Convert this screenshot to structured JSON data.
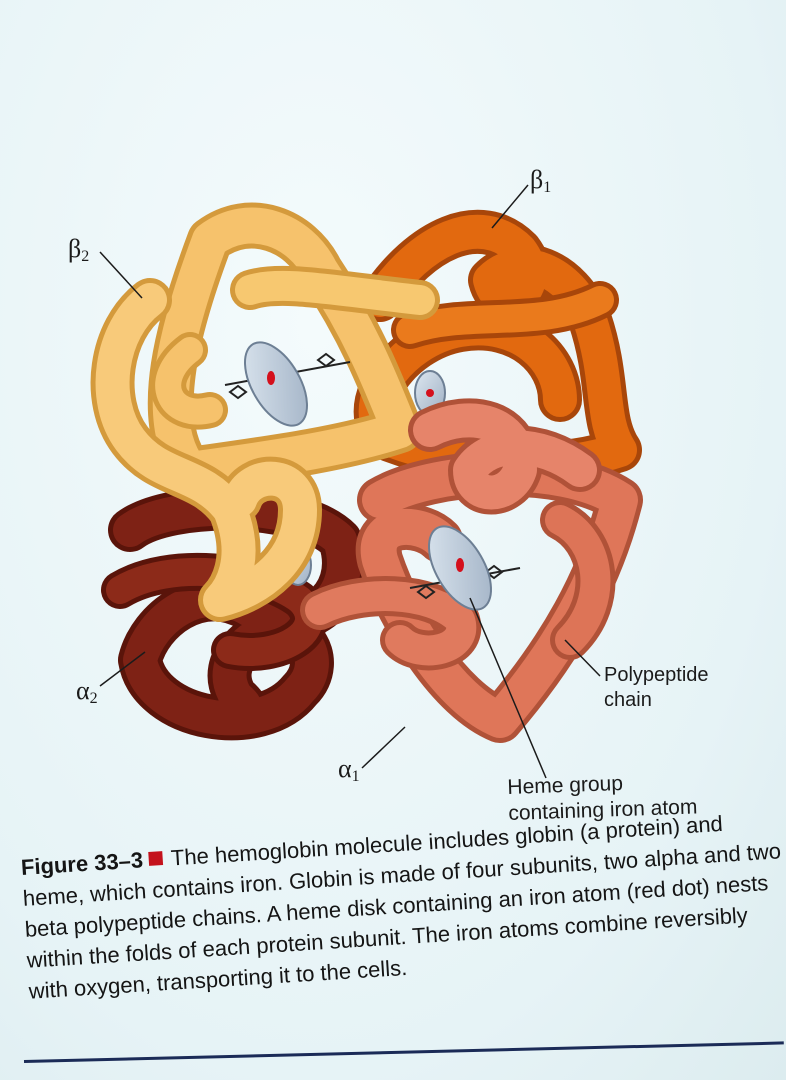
{
  "labels": {
    "beta1": {
      "greek": "β",
      "sub": "1"
    },
    "beta2": {
      "greek": "β",
      "sub": "2"
    },
    "alpha2": {
      "greek": "α",
      "sub": "2"
    },
    "alpha1": {
      "greek": "α",
      "sub": "1"
    },
    "polypeptide_line1": "Polypeptide",
    "polypeptide_line2": "chain",
    "heme_line1": "Heme group",
    "heme_line2": "containing iron atom"
  },
  "caption": {
    "figure_number": "Figure 33–3",
    "text": "The hemoglobin molecule includes globin (a protein) and heme, which contains iron. Globin is made of four subunits, two alpha and two beta polypeptide chains. A heme disk containing an iron atom (red dot) nests within the folds of each protein subunit. The iron atoms combine reversibly with oxygen, transporting it to the cells."
  },
  "colors": {
    "beta2": "#f6c26c",
    "beta1": "#e2690f",
    "alpha2": "#7e2215",
    "alpha1": "#df7659",
    "heme_disk": "#b8c6d6",
    "iron_atom": "#d4101c",
    "caption_square": "#c4121c"
  }
}
